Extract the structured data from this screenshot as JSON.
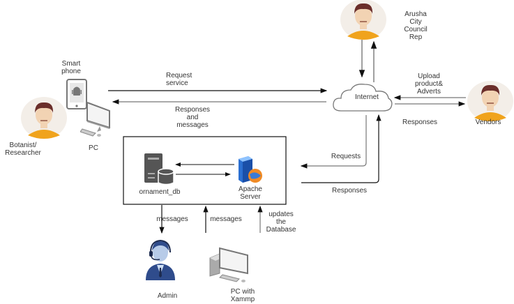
{
  "diagram": {
    "actors": {
      "botanist": "Botanist/\nResearcher",
      "council_rep": "Arusha\nCity\nCouncil\nRep",
      "vendors": "Vendors",
      "admin": "Admin"
    },
    "devices": {
      "smartphone": "Smart\nphone",
      "pc": "PC",
      "pc_xammp": "PC with\nXammp"
    },
    "nodes": {
      "internet": "Internet",
      "database": "ornament_db",
      "server": "Apache\nServer"
    },
    "edges": {
      "request_service": "Request\nservice",
      "responses_messages": "Responses\nand\nmessages",
      "upload_products": "Upload\nproduct&\nAdverts",
      "vendor_responses": "Responses",
      "requests": "Requests",
      "server_responses": "Responses",
      "db_to_admin": "messages",
      "xammp_to_db": "messages",
      "updates_db": "updates\nthe\nDatabase"
    },
    "colors": {
      "skin": "#f2d3b3",
      "hair": "#6b2e2a",
      "shirt": "#f0a31c",
      "avatar_bg": "#f3eee8",
      "device_gray": "#777777",
      "admin_blue": "#2f4c8c",
      "line_dark": "#111111",
      "line_gray": "#777777"
    }
  }
}
